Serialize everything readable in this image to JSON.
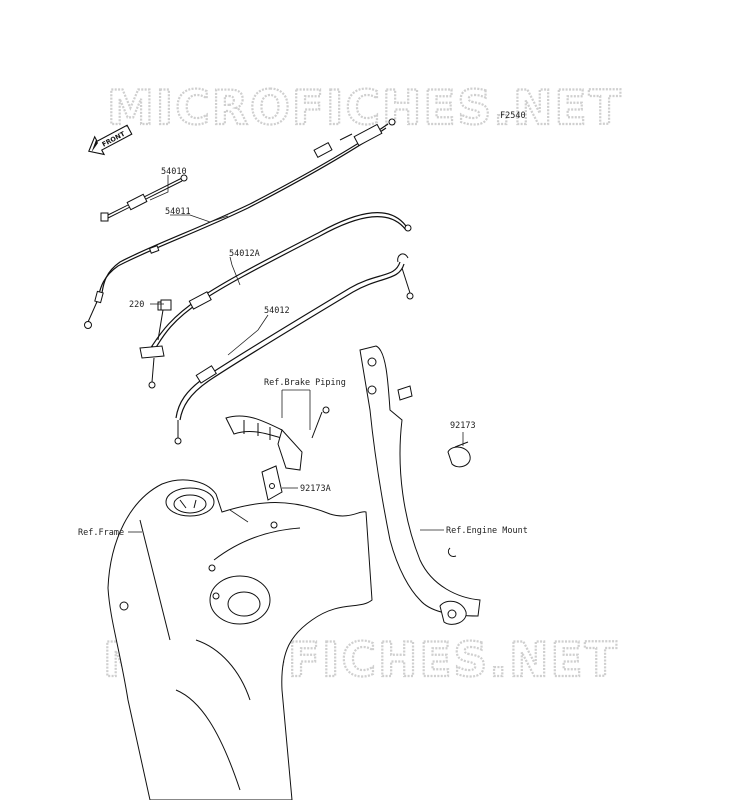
{
  "diagram_code": "F2540",
  "watermark": "MICROFICHES.NET",
  "front_arrow": {
    "label": "FRONT",
    "icon": "front-arrow-icon"
  },
  "callouts": [
    {
      "id": "54010",
      "text": "54010"
    },
    {
      "id": "54011",
      "text": "54011"
    },
    {
      "id": "54012A",
      "text": "54012A"
    },
    {
      "id": "220",
      "text": "220"
    },
    {
      "id": "54012",
      "text": "54012"
    },
    {
      "id": "ref-brake",
      "text": "Ref.Brake Piping"
    },
    {
      "id": "92173",
      "text": "92173"
    },
    {
      "id": "92173A",
      "text": "92173A"
    },
    {
      "id": "ref-frame",
      "text": "Ref.Frame"
    },
    {
      "id": "ref-engine",
      "text": "Ref.Engine Mount"
    }
  ]
}
